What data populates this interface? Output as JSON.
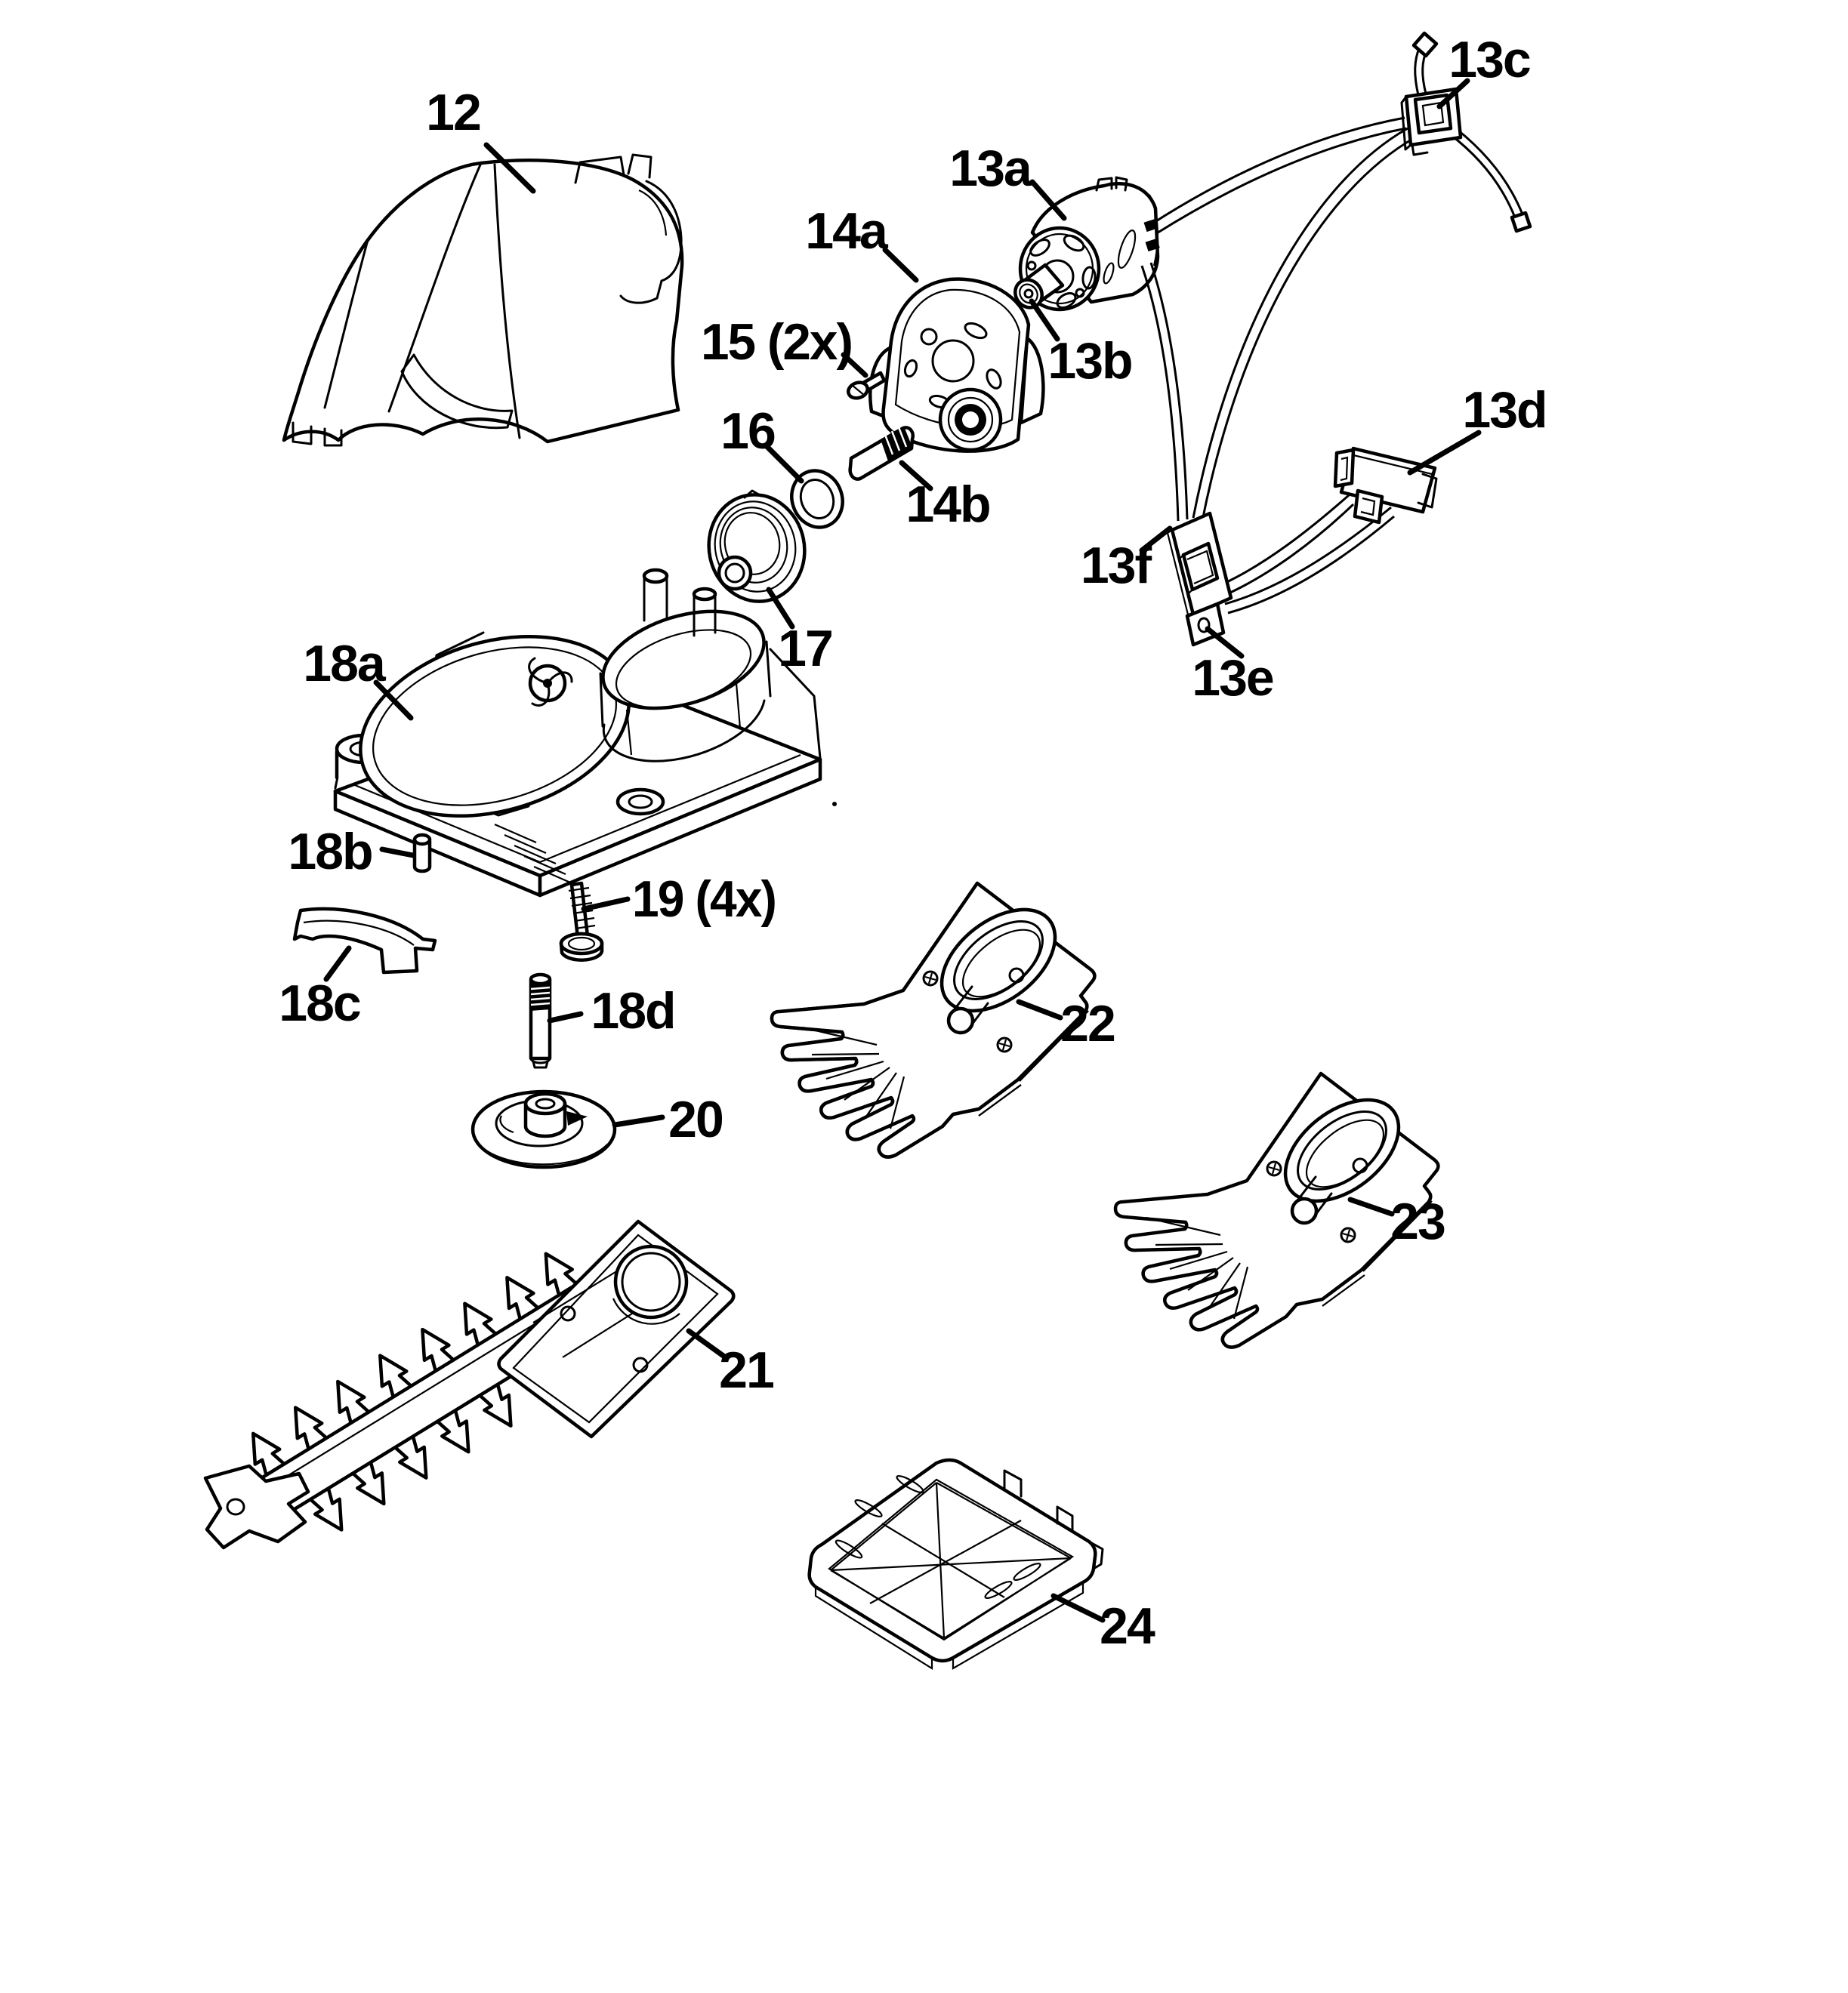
{
  "page": {
    "background_color": "#ffffff",
    "ink_color": "#000000",
    "type": "exploded-parts-diagram"
  },
  "diagram": {
    "callouts": [
      {
        "id": "12",
        "label": "12"
      },
      {
        "id": "13a",
        "label": "13a"
      },
      {
        "id": "13b",
        "label": "13b"
      },
      {
        "id": "13c",
        "label": "13c"
      },
      {
        "id": "13d",
        "label": "13d"
      },
      {
        "id": "13e",
        "label": "13e"
      },
      {
        "id": "13f",
        "label": "13f"
      },
      {
        "id": "14a",
        "label": "14a"
      },
      {
        "id": "14b",
        "label": "14b"
      },
      {
        "id": "15",
        "label": "15 (2x)"
      },
      {
        "id": "16",
        "label": "16"
      },
      {
        "id": "17",
        "label": "17"
      },
      {
        "id": "18a",
        "label": "18a"
      },
      {
        "id": "18b",
        "label": "18b"
      },
      {
        "id": "18c",
        "label": "18c"
      },
      {
        "id": "18d",
        "label": "18d"
      },
      {
        "id": "19",
        "label": "19 (4x)"
      },
      {
        "id": "20",
        "label": "20"
      },
      {
        "id": "21",
        "label": "21"
      },
      {
        "id": "22",
        "label": "22"
      },
      {
        "id": "23",
        "label": "23"
      },
      {
        "id": "24",
        "label": "24"
      }
    ]
  }
}
